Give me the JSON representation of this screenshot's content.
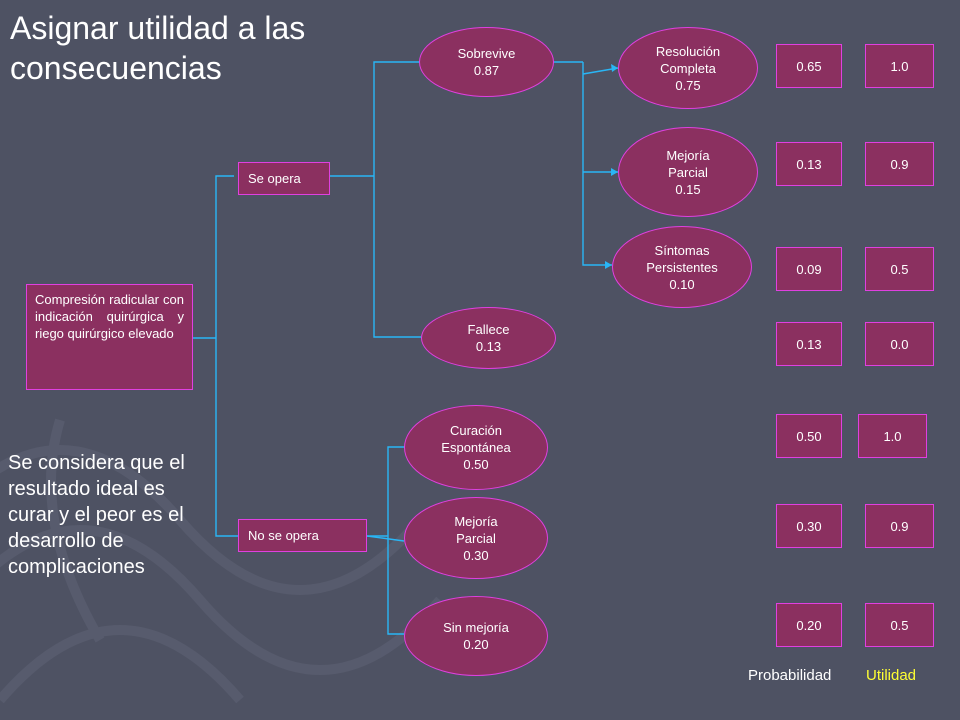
{
  "title": "Asignar utilidad a las consecuencias",
  "note": "Se considera que el resultado ideal es curar y el peor es el desarrollo de complicaciones",
  "root": "Compresión radicular con indicación quirúrgica y riego quirúrgico elevado",
  "branches": {
    "opera": "Se opera",
    "no_opera": "No se opera"
  },
  "nodes": {
    "sobrevive": [
      "Sobrevive",
      "0.87"
    ],
    "fallece": [
      "Fallece",
      "0.13"
    ],
    "resolucion": [
      "Resolución",
      "Completa",
      "0.75"
    ],
    "mejoria_parcial": [
      "Mejoría",
      "Parcial",
      "0.15"
    ],
    "sintomas": [
      "Síntomas",
      "Persistentes",
      "0.10"
    ],
    "curacion": [
      "Curación",
      "Espontánea",
      "0.50"
    ],
    "mejoria_no_op": [
      "Mejoría",
      "Parcial",
      "0.30"
    ],
    "sin_mejoria": [
      "Sin mejoría",
      "0.20"
    ]
  },
  "outcomes": [
    {
      "probabilidad": "0.65",
      "utilidad": "1.0"
    },
    {
      "probabilidad": "0.13",
      "utilidad": "0.9"
    },
    {
      "probabilidad": "0.09",
      "utilidad": "0.5"
    },
    {
      "probabilidad": "0.13",
      "utilidad": "0.0"
    },
    {
      "probabilidad": "0.50",
      "utilidad": "1.0"
    },
    {
      "probabilidad": "0.30",
      "utilidad": "0.9"
    },
    {
      "probabilidad": "0.20",
      "utilidad": "0.5"
    }
  ],
  "legend": {
    "probabilidad": "Probabilidad",
    "utilidad": "Utilidad",
    "probabilidad_color": "#ffffff",
    "utilidad_color": "#ffff33"
  },
  "colors": {
    "background": "#4e5263",
    "node_fill": "#8b3060",
    "node_border": "#e040e0",
    "connector": "#29b6f6"
  }
}
